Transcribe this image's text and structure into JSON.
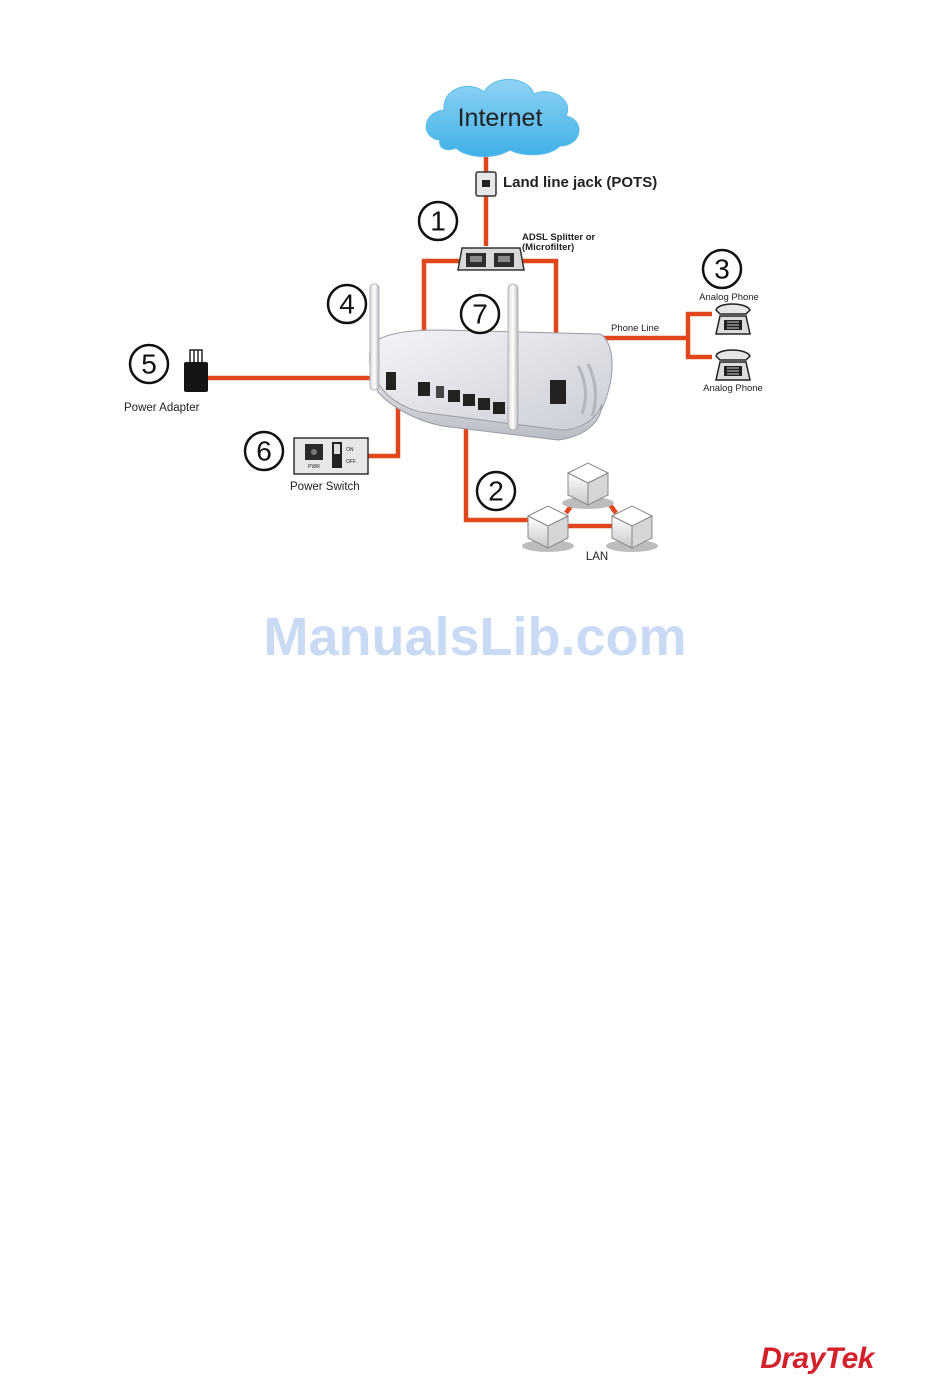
{
  "diagram": {
    "internet_label": "Internet",
    "pots_label": "Land line jack (POTS)",
    "splitter_label_line1": "ADSL Splitter or",
    "splitter_label_line2": "(Microfilter)",
    "phone_line_label": "Phone Line",
    "analog_phone_top": "Analog Phone",
    "analog_phone_bottom": "Analog Phone",
    "power_adapter_label": "Power Adapter",
    "power_switch_label": "Power Switch",
    "lan_label": "LAN",
    "switch_pwr_text": "PWR",
    "switch_on_text": "ON",
    "switch_off_text": "OFF",
    "callouts": [
      "1",
      "2",
      "3",
      "4",
      "5",
      "6",
      "7"
    ],
    "cable_color": "#e0461b"
  },
  "watermark": "ManualsLib.com",
  "brand": "DrayTek"
}
